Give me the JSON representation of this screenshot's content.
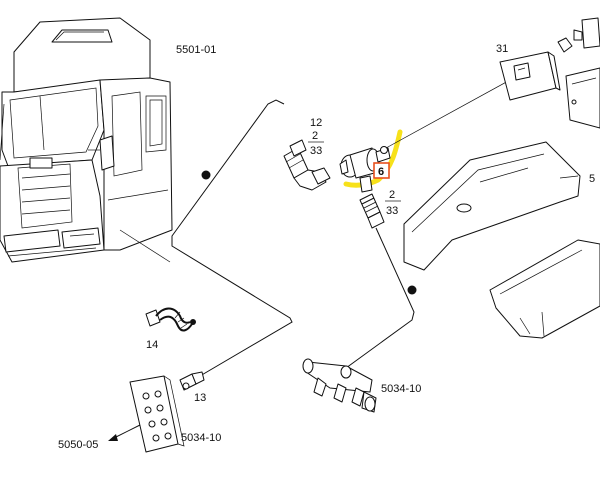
{
  "diagram": {
    "highlight_color": "#f7e11a",
    "selected_ref_color": "#e8501e",
    "labels": {
      "cab_ref": "5501-01",
      "item_31": "31",
      "item_12": "12",
      "fraction_top_12": "2",
      "fraction_bottom_12": "33",
      "item_6": "6",
      "fraction_top_right": "2",
      "fraction_bottom_right": "33",
      "item_5": "5",
      "item_14": "14",
      "item_13": "13",
      "ref_5034_10_manifold": "5034-10",
      "ref_5050_05": "5050-05",
      "ref_5034_10_plate": "5034-10"
    }
  }
}
